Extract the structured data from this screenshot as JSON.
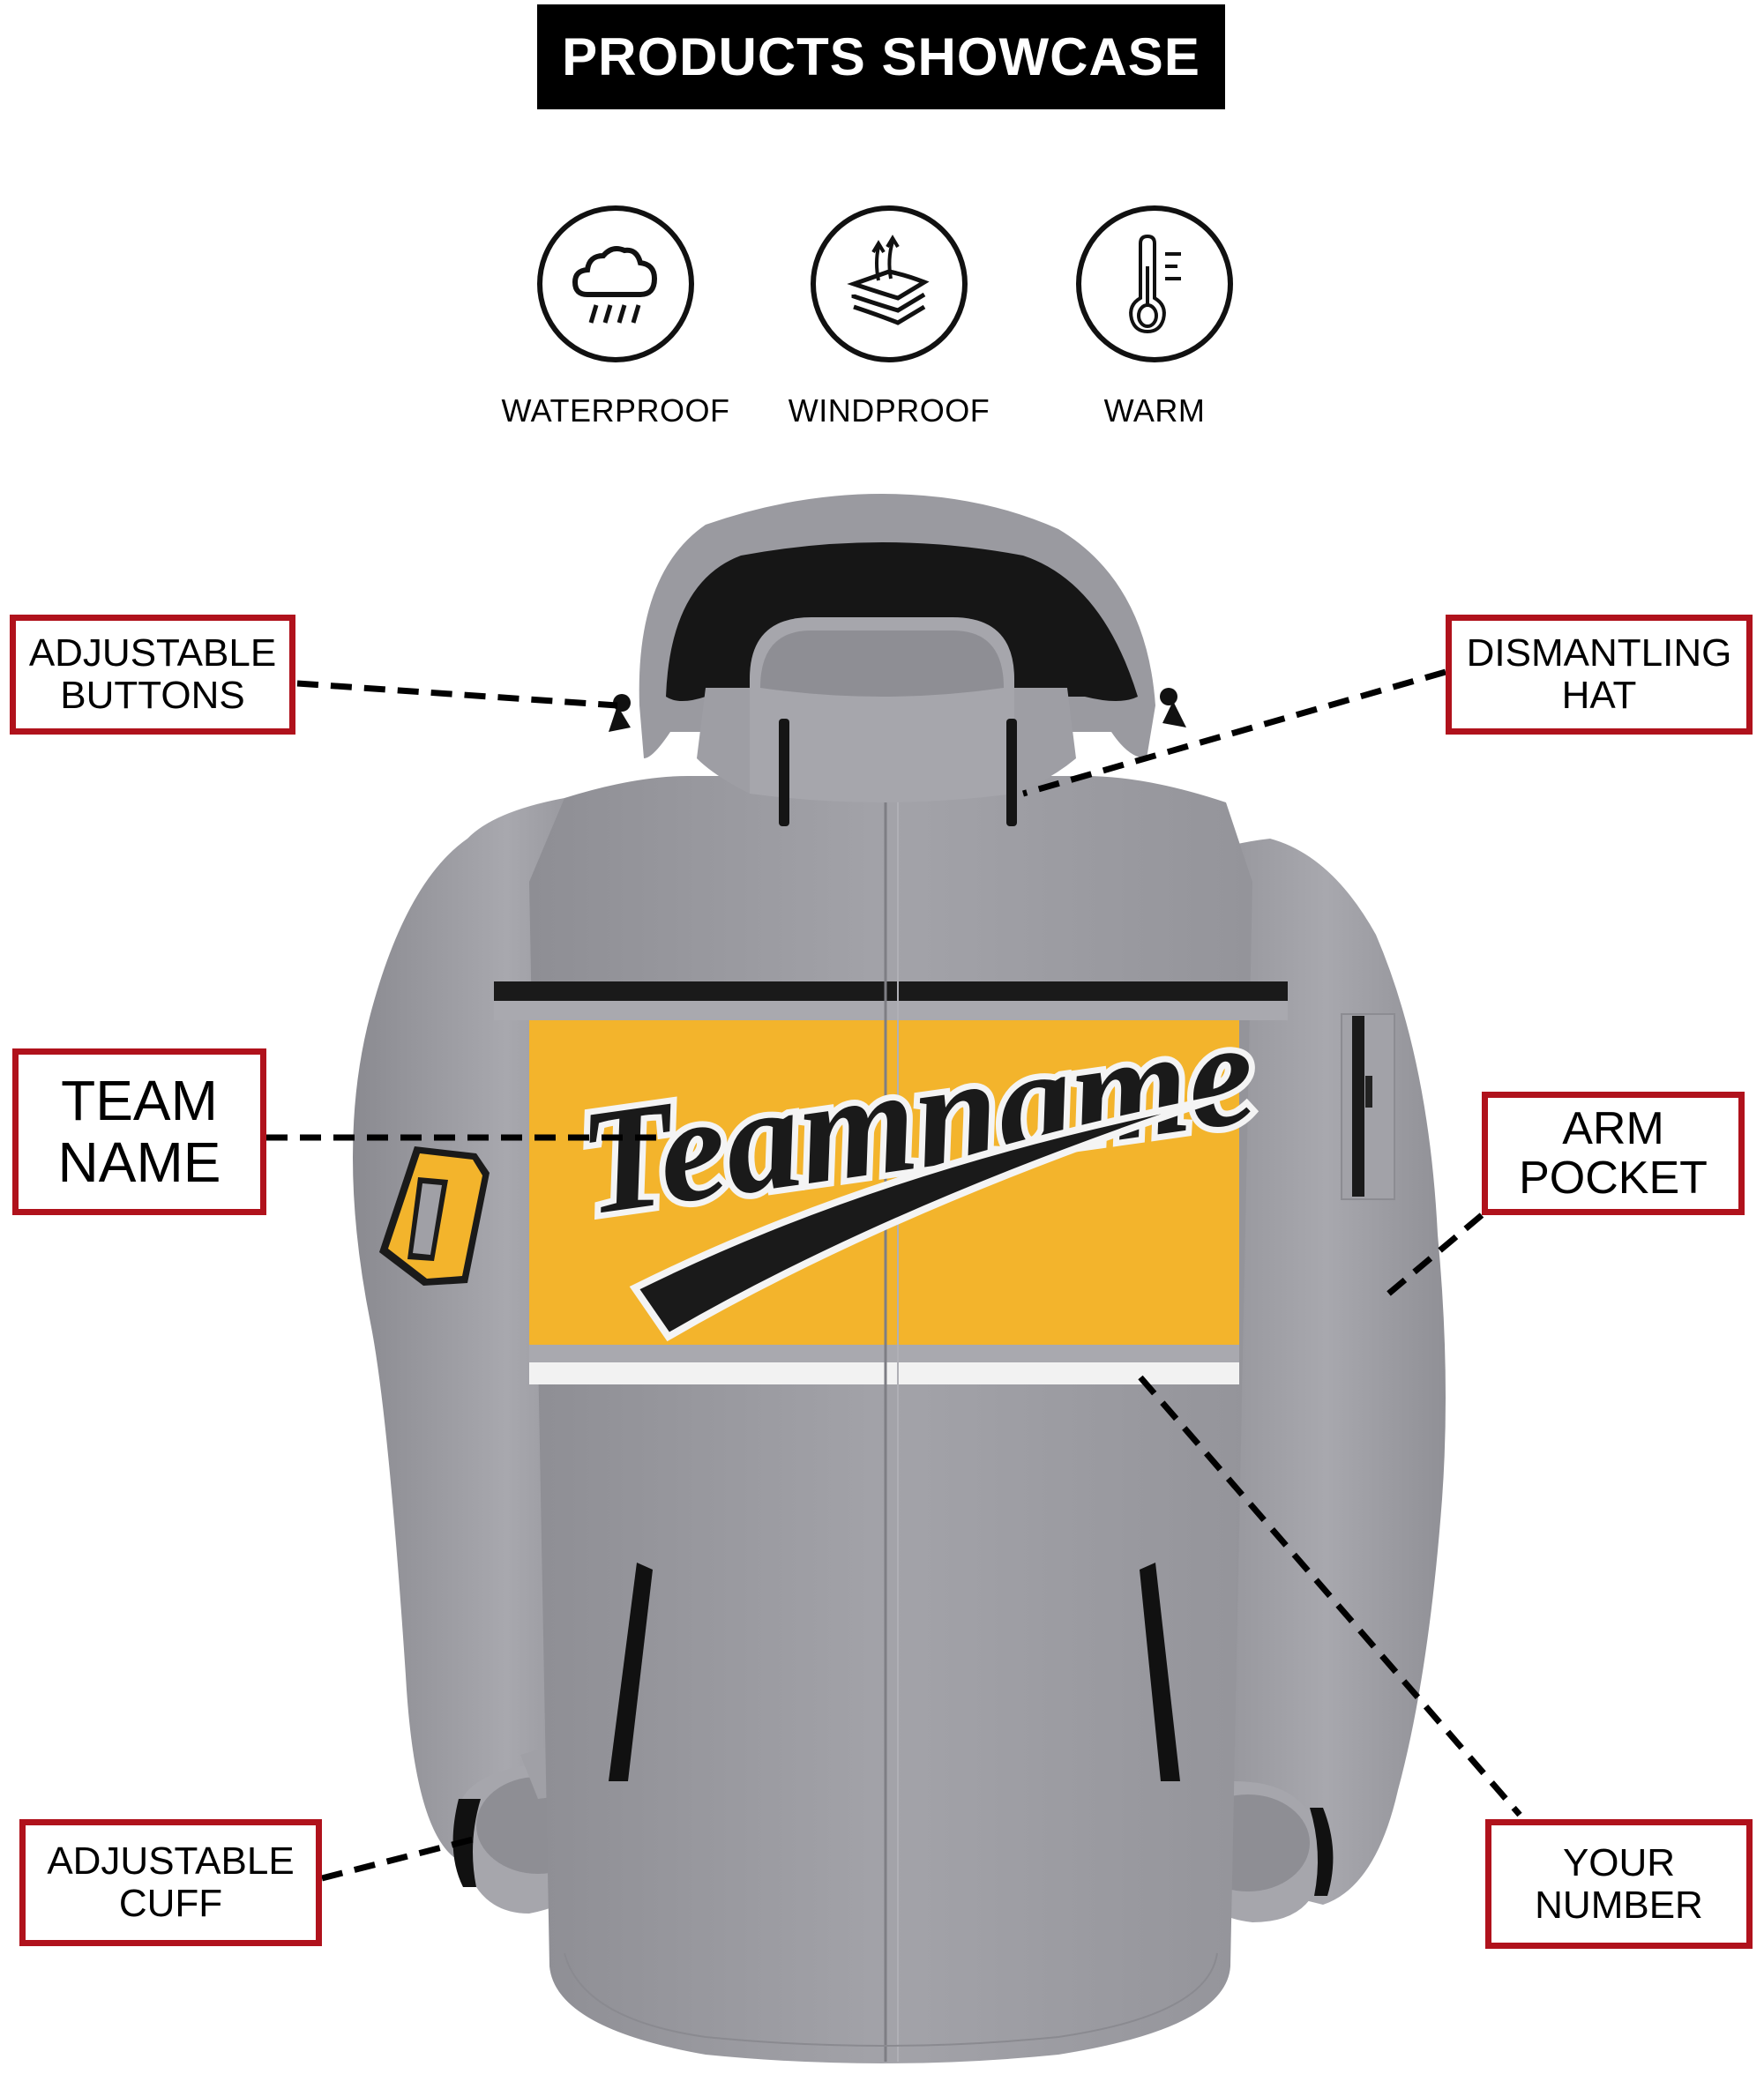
{
  "header": {
    "title": "PRODUCTS SHOWCASE"
  },
  "features": [
    {
      "icon": "rain-cloud-icon",
      "label": "WATERPROOF"
    },
    {
      "icon": "layered-fabric-icon",
      "label": "WINDPROOF"
    },
    {
      "icon": "thermometer-icon",
      "label": "WARM"
    }
  ],
  "product": {
    "team_name": "Teamname",
    "sleeve_number": "0",
    "colors": {
      "body": "#9c9ca2",
      "accent": "#f3b42c",
      "trim": "#1a1a1a",
      "stripe": "#f2f2f2",
      "callout_border": "#b0121c"
    }
  },
  "callouts": {
    "adjustable_buttons": {
      "line1": "ADJUSTABLE",
      "line2": "BUTTONS"
    },
    "dismantling_hat": {
      "line1": "DISMANTLING",
      "line2": "HAT"
    },
    "team_name": {
      "line1": "TEAM",
      "line2": "NAME"
    },
    "arm_pocket": {
      "line1": "ARM",
      "line2": "POCKET"
    },
    "adjustable_cuff": {
      "line1": "ADJUSTABLE",
      "line2": "CUFF"
    },
    "your_number": {
      "line1": "YOUR",
      "line2": "NUMBER"
    }
  }
}
